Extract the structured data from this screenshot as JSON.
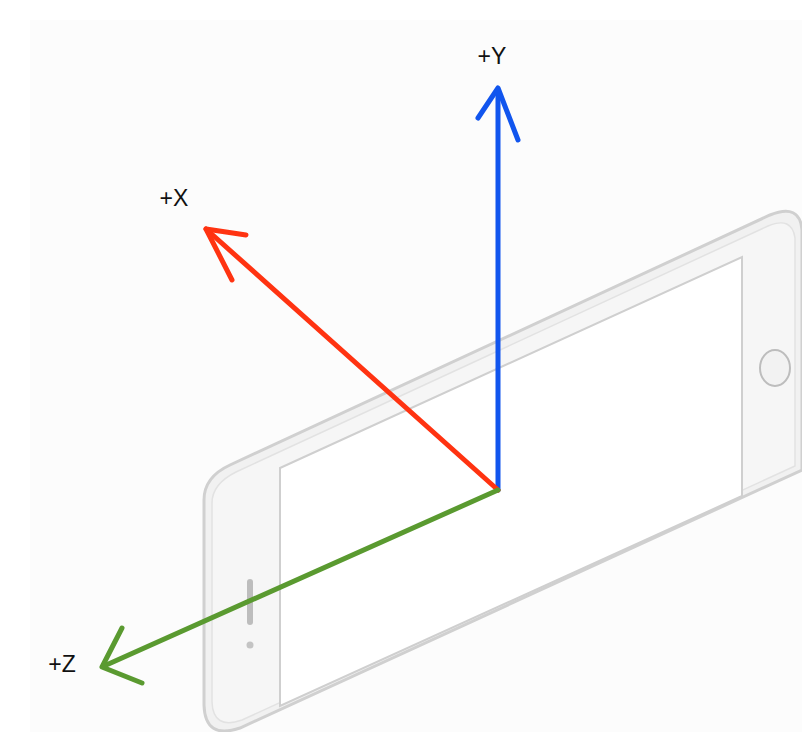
{
  "diagram": {
    "labels": [
      "+Y",
      "+X",
      "+Z"
    ]
  }
}
